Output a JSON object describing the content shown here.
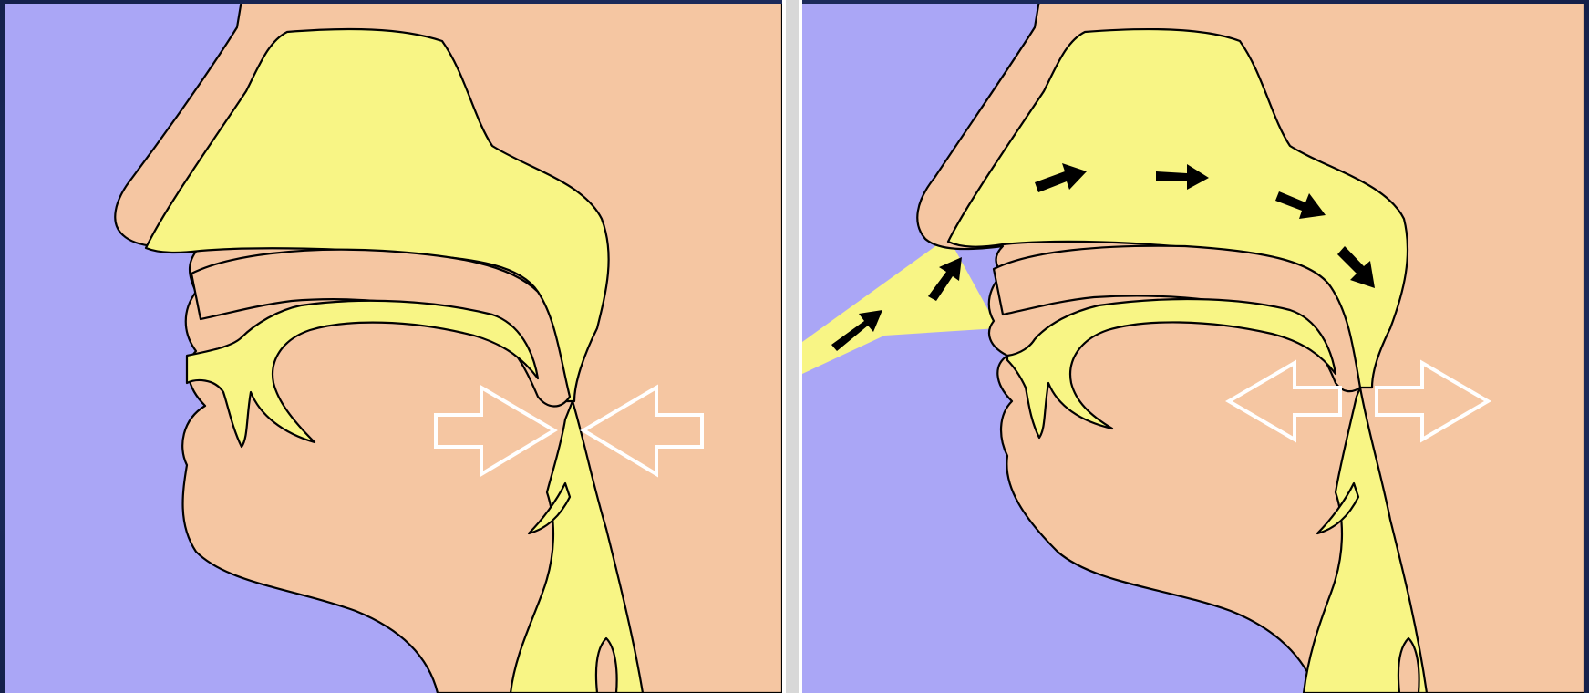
{
  "figure": {
    "panels": [
      {
        "id": "left",
        "state": "velum-closed",
        "arrow_style": "white-outline-inward"
      },
      {
        "id": "right",
        "state": "velum-open",
        "arrow_style": "white-outline-outward-and-black-airflow"
      }
    ],
    "colors": {
      "background_frame": "#1b2a5a",
      "sky": "#aaa6f6",
      "skin": "#f5c6a2",
      "airway": "#f8f585",
      "outline": "#000000",
      "divider": "#ffffff",
      "airflow_arrow": "#000000",
      "force_arrow_outline": "#ffffff"
    }
  }
}
